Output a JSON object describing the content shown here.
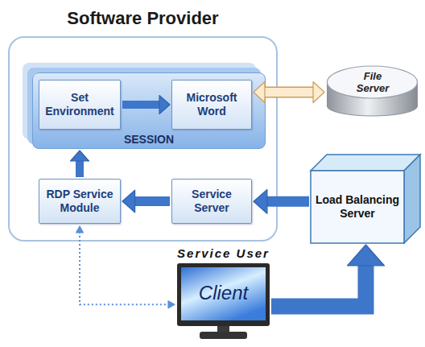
{
  "diagram": {
    "nodes": [
      {
        "text": [
          "Software Provider"
        ]
      },
      {
        "text": [
          "SESSION"
        ],
        "in": 0
      },
      {
        "text": [
          "Set Environment"
        ],
        "in": 1
      },
      {
        "text": [
          "Microsoft Word"
        ],
        "in": 1
      },
      {
        "text": [
          "RDP Service Module"
        ],
        "in": 0
      },
      {
        "text": [
          "Service Server"
        ],
        "in": 0
      },
      {
        "text": [
          "File Server"
        ]
      },
      {
        "text": [
          "Load Balancing Server"
        ]
      },
      {
        "text": [
          "Service User",
          "Client"
        ]
      }
    ],
    "edges": [
      {
        "from": 2,
        "to": 3,
        "arrow": "to"
      },
      {
        "from": 3,
        "to": 6,
        "arrow": "both"
      },
      {
        "from": 4,
        "to": 1,
        "arrow": "to"
      },
      {
        "from": 5,
        "to": 4,
        "arrow": "to"
      },
      {
        "from": 7,
        "to": 5,
        "arrow": "to"
      },
      {
        "from": 4,
        "to": 8,
        "arrow": "both"
      },
      {
        "from": 8,
        "to": 7,
        "arrow": "to"
      }
    ]
  }
}
